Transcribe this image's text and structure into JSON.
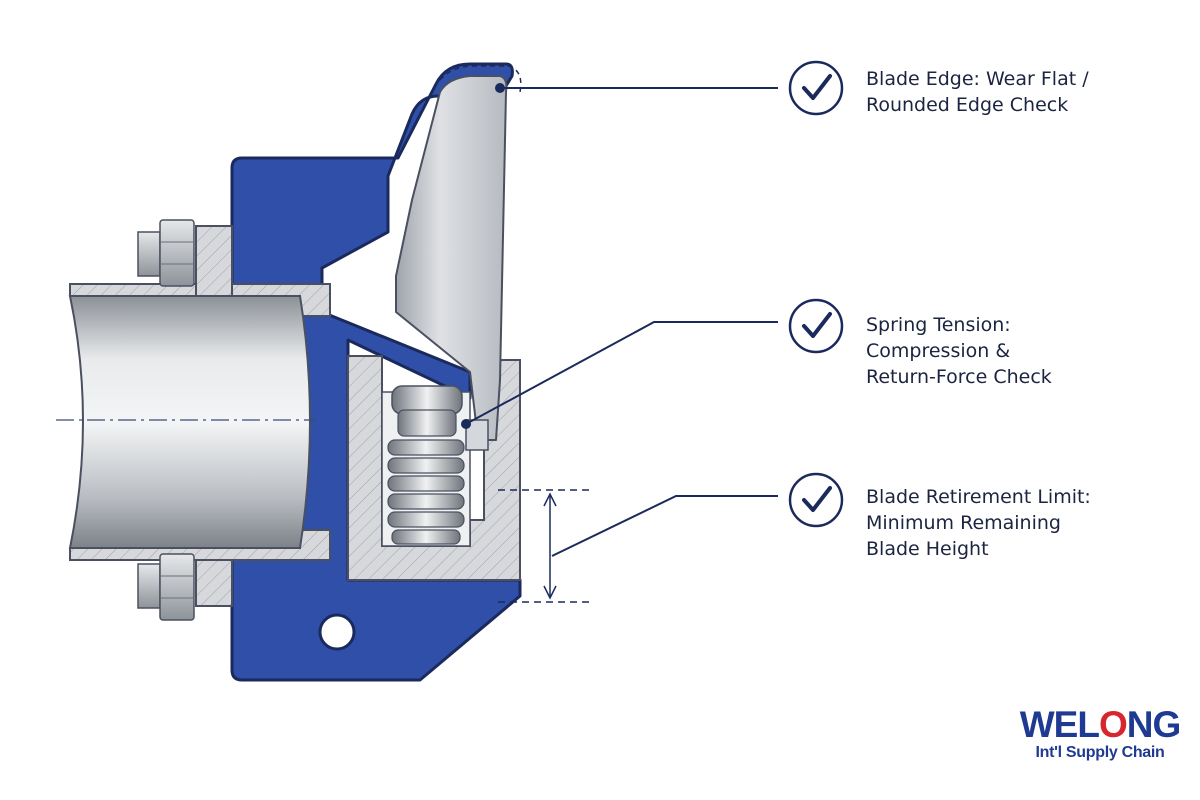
{
  "callouts": [
    {
      "lines": [
        "Blade Edge: Wear Flat /",
        "Rounded Edge Check"
      ],
      "status_icon": "check-circle-icon"
    },
    {
      "lines": [
        "Spring Tension:",
        "Compression &",
        "Return-Force Check"
      ],
      "status_icon": "check-circle-icon"
    },
    {
      "lines": [
        "Blade Retirement Limit:",
        "Minimum Remaining",
        "Blade Height"
      ],
      "status_icon": "check-circle-icon"
    }
  ],
  "logo": {
    "word_before": "WEL",
    "word_accent": "O",
    "word_after": "NG",
    "tagline": "Int'l Supply Chain"
  },
  "colors": {
    "housing_blue": "#2f4fa8",
    "navy_lines": "#1b2a5c",
    "steel": "#c9ccd1",
    "logo_blue": "#1f3a93",
    "logo_red": "#d7262e"
  }
}
